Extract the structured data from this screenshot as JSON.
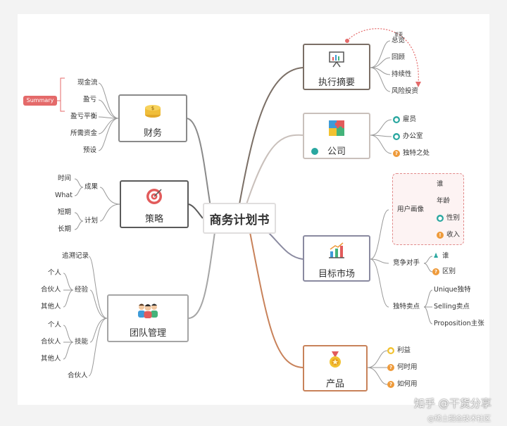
{
  "center": "商务计划书",
  "summary": "Summary",
  "note": "重要",
  "colors": {
    "finance": "#8a8a8a",
    "strategy": "#5a5a5a",
    "team": "#a5a5a5",
    "exec": "#7b6f66",
    "company": "#c9c0bb",
    "market": "#8a8aa0",
    "product": "#c8825a",
    "accent_red": "#e46a6a",
    "teal": "#2aa7a0",
    "orange": "#ee9a3a",
    "yellow": "#f2c230"
  },
  "left": {
    "finance": {
      "label": "财务",
      "icon": "coins-icon",
      "items": [
        "现金流",
        "盈亏",
        "盈亏平衡",
        "所需资金",
        "预设"
      ]
    },
    "strategy": {
      "label": "策略",
      "icon": "target-icon",
      "groups": [
        {
          "label": "成果",
          "items": [
            "时间",
            "What"
          ]
        },
        {
          "label": "计划",
          "items": [
            "短期",
            "长期"
          ]
        }
      ]
    },
    "team": {
      "label": "团队管理",
      "icon": "team-icon",
      "items": [
        {
          "label": "追溯记录"
        },
        {
          "label": "经验",
          "sub": [
            "个人",
            "合伙人",
            "其他人"
          ]
        },
        {
          "label": "技能",
          "sub": [
            "个人",
            "合伙人",
            "其他人"
          ]
        },
        {
          "label": "合伙人"
        }
      ]
    }
  },
  "right": {
    "exec": {
      "label": "执行摘要",
      "icon": "presentation-icon",
      "items": [
        "总览",
        "回顾",
        "持续性",
        "风险投资"
      ]
    },
    "company": {
      "label": "公司",
      "icon": "puzzle-icon",
      "items": [
        "雇员",
        "办公室",
        "独特之处"
      ]
    },
    "market": {
      "label": "目标市场",
      "icon": "bar-chart-icon",
      "persona": {
        "label": "用户画像",
        "items": [
          "谁",
          "年龄",
          "性别",
          "收入"
        ]
      },
      "competition": {
        "label": "竞争对手",
        "items": [
          "谁",
          "区别"
        ]
      },
      "usp": {
        "label": "独特卖点",
        "items": [
          "Unique独特",
          "Selling卖点",
          "Proposition主张"
        ]
      }
    },
    "product": {
      "label": "产品",
      "icon": "medal-icon",
      "items": [
        "利益",
        "何时用",
        "如何用"
      ]
    }
  },
  "watermark": {
    "line1": "知乎 @干货分享",
    "line2": "@稀土掘金技术社区"
  }
}
